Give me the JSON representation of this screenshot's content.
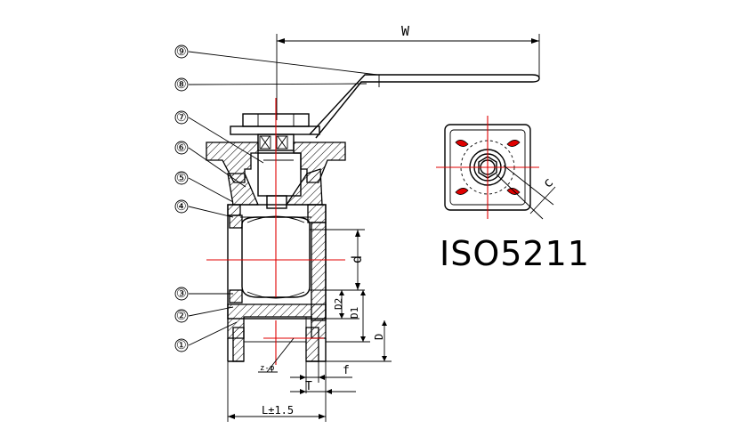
{
  "dimensions": {
    "width_label": "W",
    "d_label": "d",
    "d2_label": "D2",
    "d1_label": "D1",
    "D_label": "D",
    "f_label": "f",
    "T_label": "T",
    "L_label": "L±1.5",
    "z_label": "z-φ",
    "c_label": "c"
  },
  "callouts": [
    "⑨",
    "⑧",
    "⑦",
    "⑥",
    "⑤",
    "④",
    "③",
    "②",
    "①"
  ],
  "standard_label": "ISO5211",
  "colors": {
    "outline": "#000000",
    "centerline": "#e00000"
  }
}
